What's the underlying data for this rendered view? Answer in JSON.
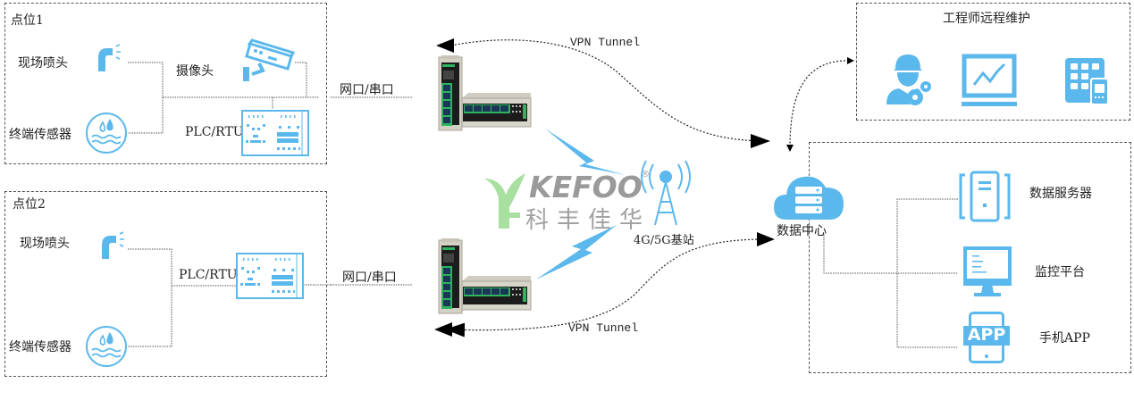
{
  "site1": {
    "title": "点位1",
    "nozzle_label": "现场喷头",
    "camera_label": "摄像头",
    "sensor_label": "终端传感器",
    "plc_label": "PLC/RTU",
    "port_label": "网口/串口"
  },
  "site2": {
    "title": "点位2",
    "nozzle_label": "现场喷头",
    "sensor_label": "终端传感器",
    "plc_label": "PLC/RTU",
    "port_label": "网口/串口"
  },
  "network": {
    "vpn_top_label": "VPN Tunnel",
    "vpn_bottom_label": "VPN Tunnel",
    "base_station_label": "4G/5G基站"
  },
  "brand": {
    "name_en": "KEFOO",
    "name_cn": "科丰佳华",
    "registered_mark": "®",
    "logo_green": "#a8e0a0",
    "text_gray": "#9a9a9a"
  },
  "remote": {
    "title": "工程师远程维护"
  },
  "datacenter": {
    "label": "数据中心",
    "items": [
      {
        "label": "数据服务器"
      },
      {
        "label": "监控平台"
      },
      {
        "label": "手机APP",
        "icon_text": "APP"
      }
    ]
  },
  "colors": {
    "icon_blue": "#5bb8ec",
    "line": "#444444"
  }
}
